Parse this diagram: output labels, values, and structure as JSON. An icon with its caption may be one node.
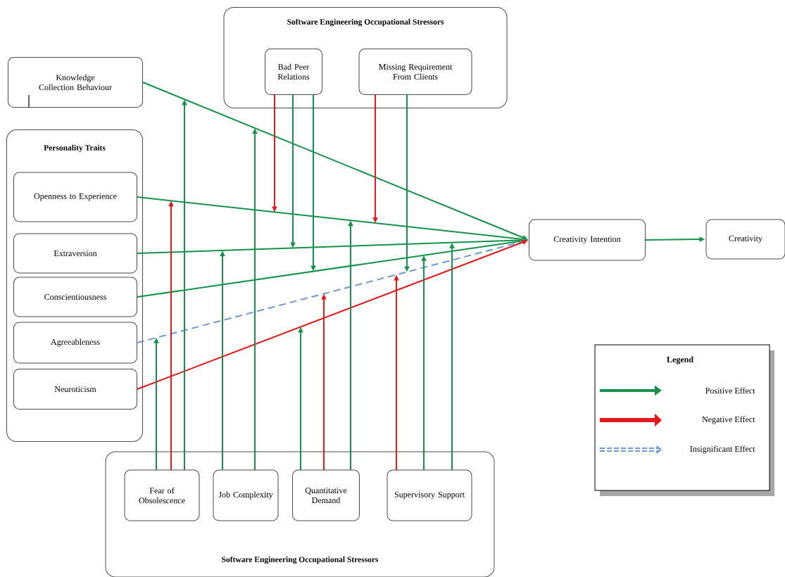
{
  "diagram": {
    "nodes": [
      {
        "text": [
          "Software Engineering Occupational Stressors"
        ]
      },
      {
        "text": [
          "Bad Peer Relations"
        ],
        "in": 0
      },
      {
        "text": [
          "Missing Requirement From Clients"
        ],
        "in": 0
      },
      {
        "text": [
          "Knowledge Collection Behaviour"
        ]
      },
      {
        "text": [
          "Personality Traits"
        ]
      },
      {
        "text": [
          "Openness to Experience"
        ],
        "in": 4
      },
      {
        "text": [
          "Extraversion"
        ],
        "in": 4
      },
      {
        "text": [
          "Conscientiousness"
        ],
        "in": 4
      },
      {
        "text": [
          "Agreeableness"
        ],
        "in": 4
      },
      {
        "text": [
          "Neuroticism"
        ],
        "in": 4
      },
      {
        "text": [
          "Creativity Intention"
        ]
      },
      {
        "text": [
          "Creativity"
        ]
      },
      {
        "text": [
          "Software Engineering Occupational Stressors"
        ]
      },
      {
        "text": [
          "Fear of Obsolescence"
        ],
        "in": 12
      },
      {
        "text": [
          "Job Complexity"
        ],
        "in": 12
      },
      {
        "text": [
          "Quantitative Demand"
        ],
        "in": 12
      },
      {
        "text": [
          "Supervisory Support"
        ],
        "in": 12
      }
    ],
    "edges": [
      {
        "from": 3,
        "to": 10,
        "arrow": "to"
      },
      {
        "from": 5,
        "to": 10,
        "arrow": "to"
      },
      {
        "from": 6,
        "to": 10,
        "arrow": "to"
      },
      {
        "from": 7,
        "to": 10,
        "arrow": "to"
      },
      {
        "from": 8,
        "to": 10,
        "arrow": "to",
        "style": "dashed",
        "color": "#6d98d6"
      },
      {
        "from": 9,
        "to": 10,
        "arrow": "to",
        "color": "#e3191c"
      },
      {
        "from": 10,
        "to": 11,
        "arrow": "to"
      },
      {
        "from": 13,
        "to": null,
        "arrow": "to"
      },
      {
        "from": 13,
        "to": null,
        "arrow": "to",
        "color": "#e3191c"
      },
      {
        "from": 13,
        "to": null,
        "arrow": "to"
      },
      {
        "from": 14,
        "to": null,
        "arrow": "to"
      },
      {
        "from": 14,
        "to": null,
        "arrow": "to"
      },
      {
        "from": 15,
        "to": null,
        "arrow": "to"
      },
      {
        "from": 15,
        "to": null,
        "arrow": "to",
        "color": "#e3191c"
      },
      {
        "from": 15,
        "to": null,
        "arrow": "to"
      },
      {
        "from": 16,
        "to": null,
        "arrow": "to",
        "color": "#e3191c"
      },
      {
        "from": 16,
        "to": null,
        "arrow": "to"
      },
      {
        "from": 16,
        "to": null,
        "arrow": "to"
      },
      {
        "from": 1,
        "to": null,
        "arrow": "to",
        "color": "#e3191c"
      },
      {
        "from": 1,
        "to": null,
        "arrow": "to"
      },
      {
        "from": 1,
        "to": null,
        "arrow": "to"
      },
      {
        "from": 2,
        "to": null,
        "arrow": "to",
        "color": "#e3191c"
      },
      {
        "from": 2,
        "to": null,
        "arrow": "to"
      }
    ],
    "labels": [
      "Legend"
    ],
    "legend": [
      {
        "text": "Positive Effect"
      },
      {
        "text": "Negative Effect"
      },
      {
        "text": "Insignificant Effect"
      }
    ]
  }
}
